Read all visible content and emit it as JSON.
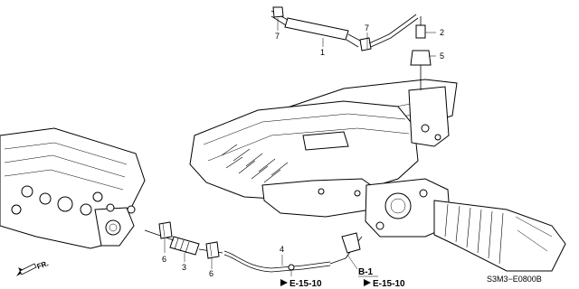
{
  "callouts": {
    "c1": "1",
    "c2": "2",
    "c3": "3",
    "c4": "4",
    "c5": "5",
    "c6a": "6",
    "c6b": "6",
    "c7a": "7",
    "c7b": "7"
  },
  "refs": {
    "b1": "B-1",
    "e15_left": "E-15-10",
    "e15_right": "E-15-10"
  },
  "fr_label": "FR.",
  "diagram_code": "S3M3−E0800B"
}
